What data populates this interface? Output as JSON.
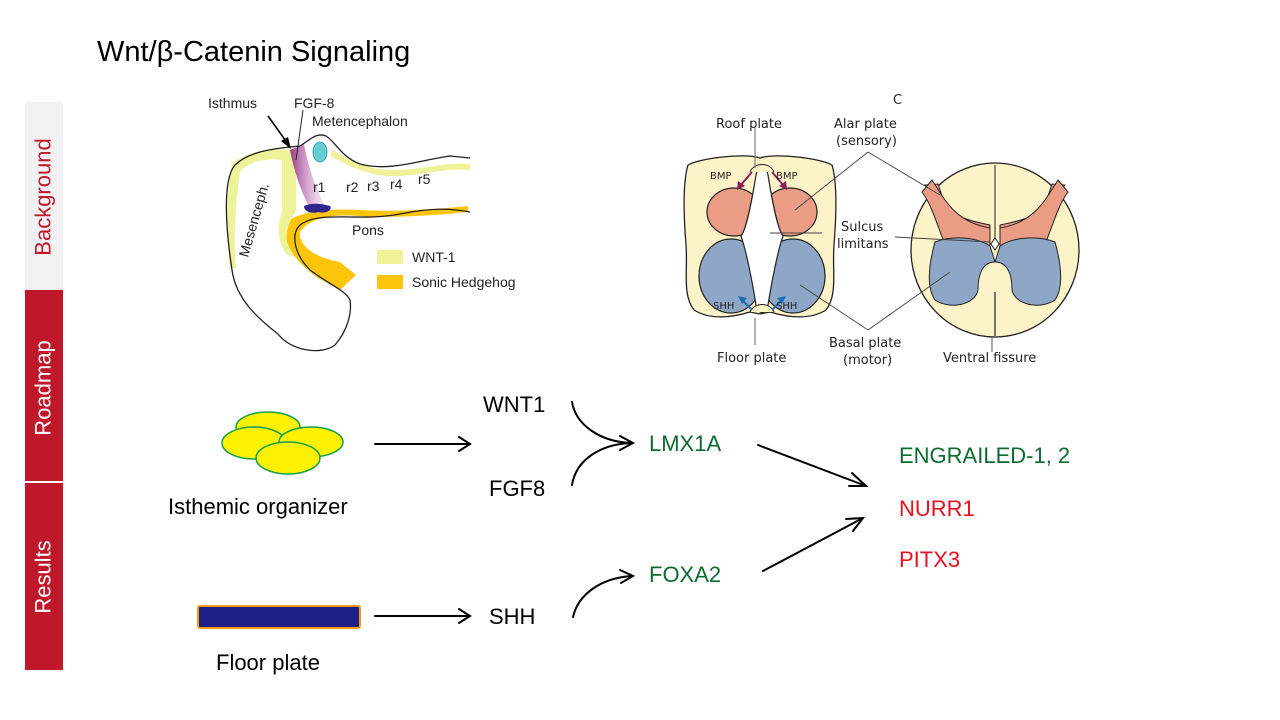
{
  "slide": {
    "title": "Wnt/β-Catenin Signaling"
  },
  "side_nav": {
    "items": [
      {
        "label": "Background",
        "active": true
      },
      {
        "label": "Roadmap",
        "active": false
      },
      {
        "label": "Results",
        "active": false
      }
    ],
    "colors": {
      "accent": "#c0182b",
      "inactive_bg": "#f2f2f2",
      "active_text": "#c0182b",
      "inactive_text": "#ffffff"
    }
  },
  "figure_brain": {
    "labels": {
      "isthmus": "Isthmus",
      "fgf8": "FGF-8",
      "metencephalon": "Metencephalon",
      "mesenceph": "Mesenceph.",
      "r1": "r1",
      "r2": "r2",
      "r3": "r3",
      "r4": "r4",
      "r5": "r5",
      "pons": "Pons"
    },
    "legend": [
      {
        "label": "WNT-1",
        "color": "#eef39a"
      },
      {
        "label": "Sonic Hedgehog",
        "color": "#fcc40a"
      }
    ]
  },
  "figure_spinal": {
    "panel_letter": "C",
    "labels": {
      "roof_plate": "Roof plate",
      "alar_plate_1": "Alar plate",
      "alar_plate_2": "(sensory)",
      "sulcus_1": "Sulcus",
      "sulcus_2": "limitans",
      "basal_plate_1": "Basal plate",
      "basal_plate_2": "(motor)",
      "floor_plate": "Floor plate",
      "ventral_fissure": "Ventral fissure",
      "bmp_left": "BMP",
      "bmp_right": "BMP",
      "shh_left": "SHH",
      "shh_right": "SHH"
    },
    "colors": {
      "tissue": "#fdf3c8",
      "alar": "#eb9c84",
      "basal": "#8ea7c6",
      "bmp_arrow": "#8a1f5c",
      "shh_arrow": "#1f6fb5"
    }
  },
  "pathway": {
    "sources": [
      {
        "label": "Isthemic organizer",
        "icon": "cell-cluster"
      },
      {
        "label": "Floor plate",
        "icon": "floor-plate-bar"
      }
    ],
    "signals": [
      "WNT1",
      "FGF8",
      "SHH"
    ],
    "intermediates": [
      {
        "label": "LMX1A",
        "color": "#0e6b2f"
      },
      {
        "label": "FOXA2",
        "color": "#0e6b2f"
      }
    ],
    "targets": [
      {
        "label": "ENGRAILED-1, 2",
        "color": "#0e6b2f"
      },
      {
        "label": "NURR1",
        "color": "#e8101e"
      },
      {
        "label": "PITX3",
        "color": "#e8101e"
      }
    ]
  }
}
